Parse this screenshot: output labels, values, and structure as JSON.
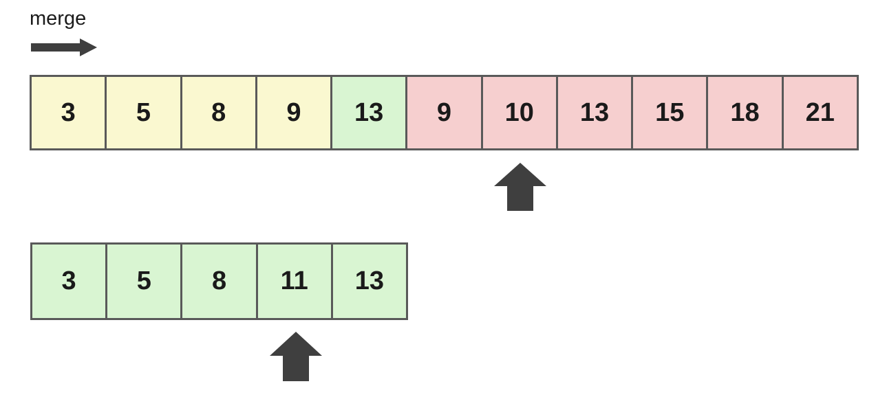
{
  "title": {
    "merge_label": "merge"
  },
  "colors": {
    "background": "#FFFFFF",
    "yellow": "#FAF8D0",
    "green": "#D9F5D2",
    "pink": "#F6CFCF",
    "border": "#595959",
    "arrow": "#3F3F3F",
    "text": "#1A1A1A"
  },
  "icons": {
    "merge_arrow": "right-block-arrow",
    "top_pointer": "up-block-arrow",
    "bottom_pointer": "up-block-arrow"
  },
  "top_row": {
    "cells": [
      {
        "value": "3",
        "color": "yellow"
      },
      {
        "value": "5",
        "color": "yellow"
      },
      {
        "value": "8",
        "color": "yellow"
      },
      {
        "value": "9",
        "color": "yellow"
      },
      {
        "value": "13",
        "color": "green"
      },
      {
        "value": "9",
        "color": "pink"
      },
      {
        "value": "10",
        "color": "pink"
      },
      {
        "value": "13",
        "color": "pink"
      },
      {
        "value": "15",
        "color": "pink"
      },
      {
        "value": "18",
        "color": "pink"
      },
      {
        "value": "21",
        "color": "pink"
      }
    ],
    "pointer_index": 6
  },
  "bottom_row": {
    "cells": [
      {
        "value": "3",
        "color": "green"
      },
      {
        "value": "5",
        "color": "green"
      },
      {
        "value": "8",
        "color": "green"
      },
      {
        "value": "11",
        "color": "green"
      },
      {
        "value": "13",
        "color": "green"
      }
    ],
    "pointer_index": 3
  }
}
